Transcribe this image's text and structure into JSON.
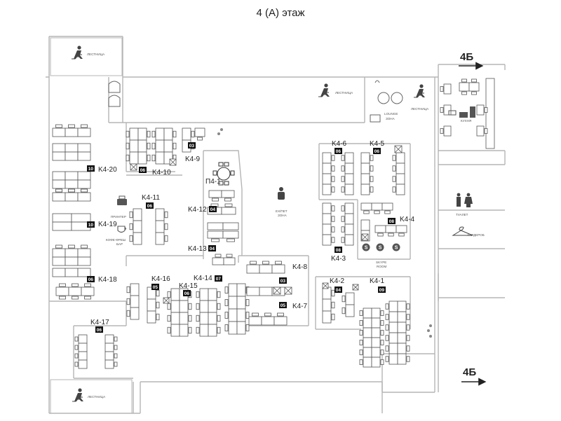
{
  "floor_title": "4 (А) этаж",
  "zones": [
    {
      "id": "K4-1",
      "seats": "09"
    },
    {
      "id": "K4-2",
      "seats": "04"
    },
    {
      "id": "K4-3",
      "seats": "08"
    },
    {
      "id": "K4-4",
      "seats": "08"
    },
    {
      "id": "K4-5",
      "seats": "06"
    },
    {
      "id": "K4-6",
      "seats": "06"
    },
    {
      "id": "K4-7",
      "seats": "05"
    },
    {
      "id": "K4-8",
      "seats": "03"
    },
    {
      "id": "K4-9",
      "seats": "03"
    },
    {
      "id": "K4-10",
      "seats": "06"
    },
    {
      "id": "K4-11",
      "seats": "06"
    },
    {
      "id": "K4-12",
      "seats": "04"
    },
    {
      "id": "K4-13",
      "seats": "04"
    },
    {
      "id": "K4-14",
      "seats": "07"
    },
    {
      "id": "K4-15",
      "seats": "06"
    },
    {
      "id": "K4-16",
      "seats": "05"
    },
    {
      "id": "K4-17",
      "seats": "06"
    },
    {
      "id": "K4-18",
      "seats": "06"
    },
    {
      "id": "K4-19",
      "seats": "10"
    },
    {
      "id": "K4-20",
      "seats": "10"
    }
  ],
  "meeting_room": "П4-1",
  "labels": {
    "stairs": "ЛЕСТНИЦА",
    "lounge_1": "LOUNGE",
    "lounge_2": "ЗОНА",
    "kitchen": "КУХНЯ",
    "toilet": "ТУАЛЕТ",
    "wardrobe": "ГАРДЕРОБ",
    "skype_1": "SKYPE",
    "skype_2": "ROOM",
    "printer": "ПРИНТЕР",
    "coffee_1": "КОФЕ-ФРЕШ",
    "coffee_2": "БАР",
    "exit_1": "ЕХ/ПЕТ",
    "exit_2": "ЗОНА"
  },
  "exits": [
    "4Б",
    "4Б"
  ],
  "colors": {
    "line": "#9a9a9a",
    "dark": "#555555",
    "badge": "#111111",
    "fill": "#f4f4f4"
  }
}
